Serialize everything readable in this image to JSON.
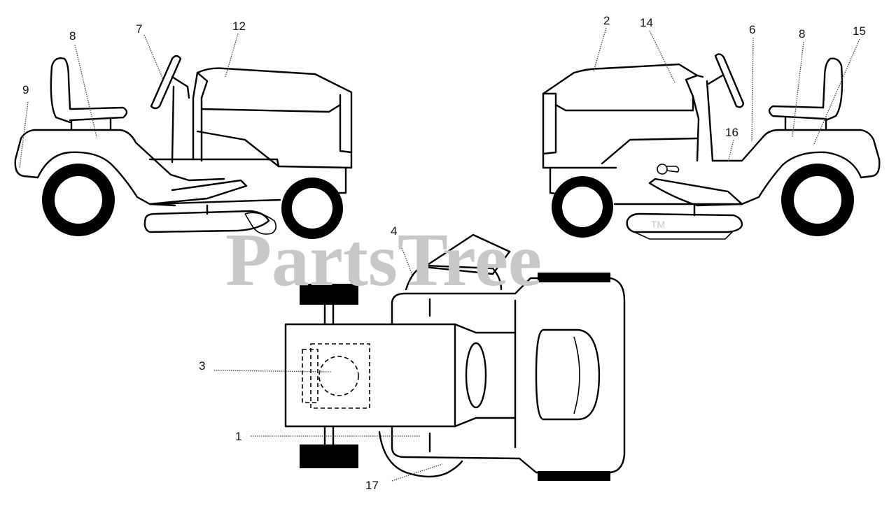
{
  "diagram": {
    "watermark": "PartsTree",
    "watermark_mark": "TM",
    "callouts": {
      "c1": "1",
      "c2": "2",
      "c3": "3",
      "c4": "4",
      "c6": "6",
      "c7": "7",
      "c8_left": "8",
      "c8_right": "8",
      "c9": "9",
      "c12": "12",
      "c14": "14",
      "c15": "15",
      "c16": "16",
      "c17": "17"
    }
  }
}
